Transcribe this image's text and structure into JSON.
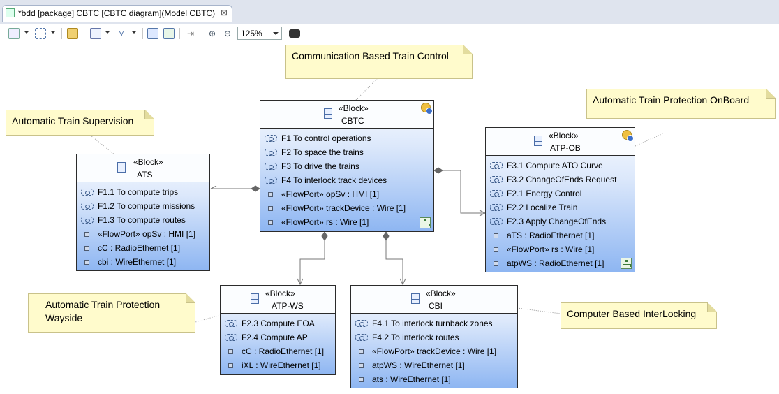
{
  "tab": {
    "title": "*bdd  [package] CBTC [CBTC  diagram](Model CBTC)",
    "close": "⊠"
  },
  "toolbar": {
    "zoom": "125%"
  },
  "notes": {
    "cbtc": "Communication Based Train Control",
    "ats": "Automatic Train Supervision",
    "atpob": "Automatic Train Protection OnBoard",
    "atpws": "Automatic Train Protection Wayside",
    "cbi": "Computer Based InterLocking"
  },
  "blocks": {
    "cbtc": {
      "stereotype": "«Block»",
      "name": "CBTC",
      "functions": [
        "F1 To control operations",
        "F2 To space the trains",
        "F3 To drive the trains",
        "F4 To interlock track devices"
      ],
      "properties": [
        "«FlowPort» opSv : HMI [1]",
        "«FlowPort» trackDevice : Wire [1]",
        "«FlowPort» rs : Wire [1]"
      ]
    },
    "ats": {
      "stereotype": "«Block»",
      "name": "ATS",
      "functions": [
        "F1.1 To compute trips",
        "F1.2 To compute missions",
        "F1.3 To compute routes"
      ],
      "properties": [
        "«FlowPort» opSv : HMI [1]",
        "cC : RadioEthernet [1]",
        "cbi : WireEthernet [1]"
      ]
    },
    "atpob": {
      "stereotype": "«Block»",
      "name": "ATP-OB",
      "functions": [
        "F3.1 Compute ATO Curve",
        "F3.2 ChangeOfEnds Request",
        "F2.1 Energy Control",
        "F2.2 Localize Train",
        "F2.3 Apply ChangeOfEnds"
      ],
      "properties": [
        "aTS : RadioEthernet [1]",
        "«FlowPort» rs : Wire [1]",
        "atpWS : RadioEthernet [1]"
      ]
    },
    "atpws": {
      "stereotype": "«Block»",
      "name": "ATP-WS",
      "functions": [
        "F2.3 Compute EOA",
        "F2.4 Compute AP"
      ],
      "properties": [
        "cC : RadioEthernet [1]",
        "iXL : WireEthernet [1]"
      ]
    },
    "cbi": {
      "stereotype": "«Block»",
      "name": "CBI",
      "functions": [
        "F4.1 To interlock turnback zones",
        "F4.2 To interlock routes"
      ],
      "properties": [
        "«FlowPort» trackDevice : Wire [1]",
        "atpWS : WireEthernet [1]",
        "ats : WireEthernet [1]"
      ]
    }
  },
  "icons": {
    "block": "block-icon",
    "function": "function-icon",
    "property": "property-icon",
    "decorator": "key-decorator-icon",
    "substructure": "substructure-icon"
  }
}
